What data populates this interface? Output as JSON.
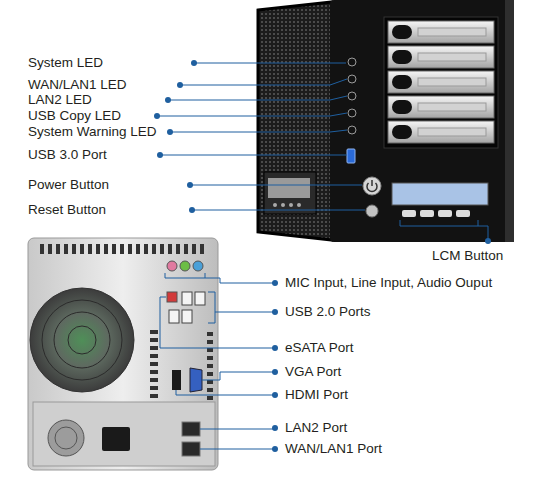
{
  "diagram": {
    "labels": [
      "System LED",
      "WAN/LAN1 LED",
      "LAN2 LED",
      "USB Copy LED",
      "System Warning LED",
      "USB 3.0 Port",
      "Power Button",
      "Reset Button",
      "LCM Button",
      "MIC Input, Line Input, Audio Ouput",
      "USB 2.0 Ports",
      "eSATA Port",
      "VGA Port",
      "HDMI Port",
      "LAN2 Port",
      "WAN/LAN1 Port"
    ]
  }
}
